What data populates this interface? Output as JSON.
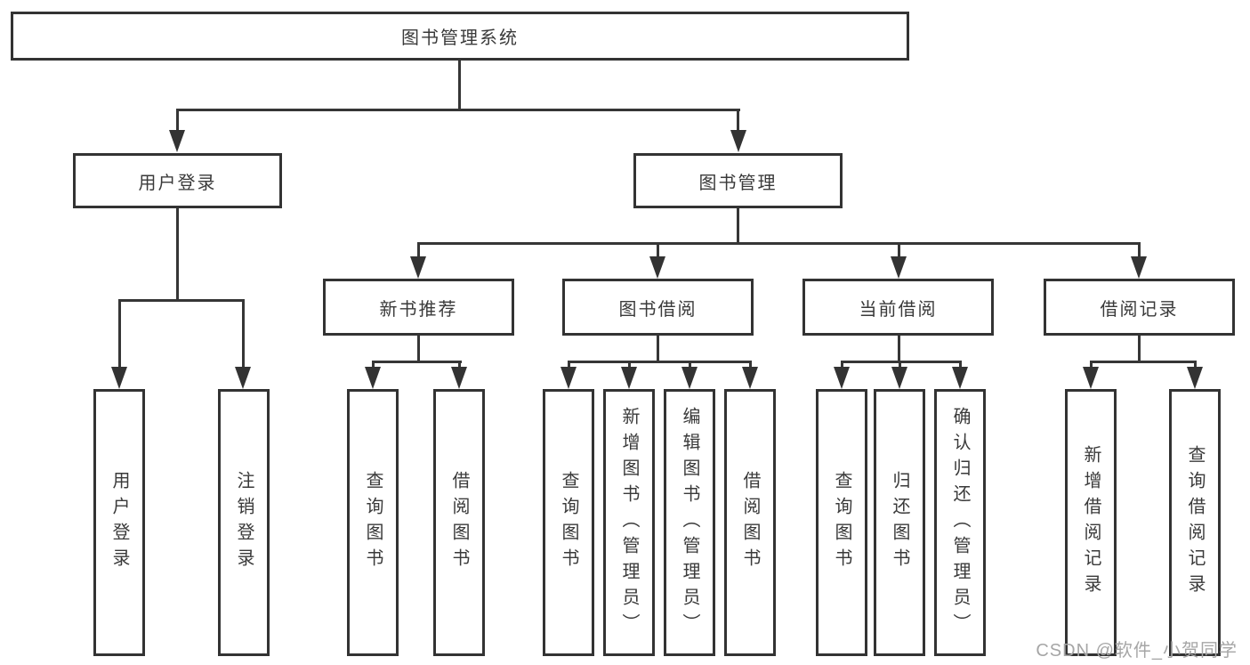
{
  "diagram": {
    "title_node": "图书管理系统",
    "root": {
      "label": "图书管理系统"
    },
    "branches": [
      {
        "label": "用户登录",
        "children": [
          {
            "label": "用户登录"
          },
          {
            "label": "注销登录"
          }
        ]
      },
      {
        "label": "图书管理",
        "children": [
          {
            "label": "新书推荐",
            "children": [
              {
                "label": "查询图书"
              },
              {
                "label": "借阅图书"
              }
            ]
          },
          {
            "label": "图书借阅",
            "children": [
              {
                "label": "查询图书"
              },
              {
                "label": "新增图书（管理员）"
              },
              {
                "label": "编辑图书（管理员）"
              },
              {
                "label": "借阅图书"
              }
            ]
          },
          {
            "label": "当前借阅",
            "children": [
              {
                "label": "查询图书"
              },
              {
                "label": "归还图书"
              },
              {
                "label": "确认归还（管理员）"
              }
            ]
          },
          {
            "label": "借阅记录",
            "children": [
              {
                "label": "新增借阅记录"
              },
              {
                "label": "查询借阅记录"
              }
            ]
          }
        ]
      }
    ]
  },
  "watermark": "CSDN @软件_小贺同学",
  "colors": {
    "line": "#363636",
    "border": "#333333",
    "text": "#3a3a3a",
    "watermark": "#a6a6a6",
    "background": "#ffffff"
  }
}
